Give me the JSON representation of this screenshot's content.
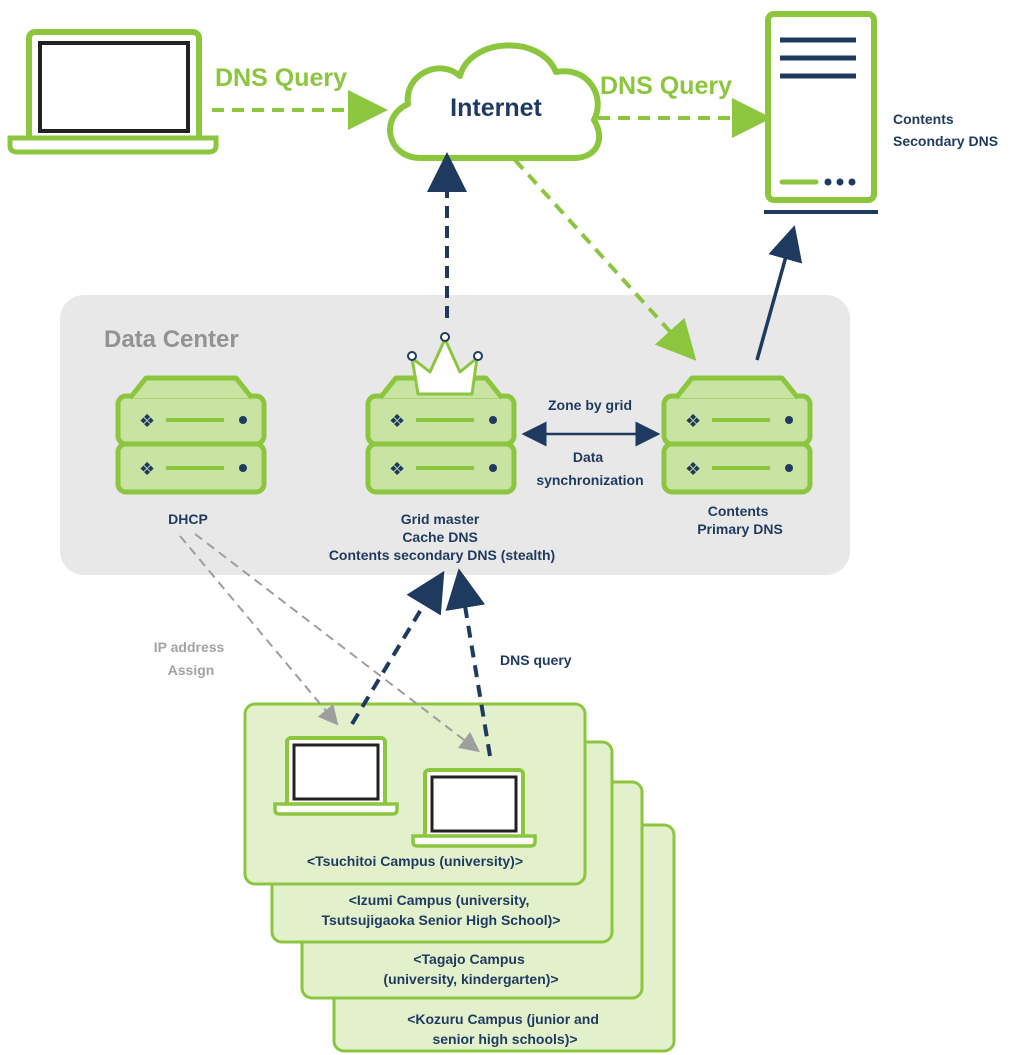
{
  "colors": {
    "green": "#8cc63f",
    "green_light": "#c9e3a3",
    "campus_fill": "#e2f0cc",
    "navy": "#1f3a5f",
    "gray": "#9e9e9e",
    "datacenter_bg": "#e8e8e8"
  },
  "labels": {
    "dns_query_left": "DNS Query",
    "dns_query_right": "DNS Query",
    "internet": "Internet",
    "contents_secondary_dns": [
      "Contents",
      "Secondary DNS"
    ],
    "data_center": "Data Center",
    "dhcp": "DHCP",
    "grid_master": [
      "Grid master",
      "Cache DNS",
      "Contents secondary DNS (stealth)"
    ],
    "zone_by_grid": "Zone by grid",
    "data_sync": [
      "Data",
      "synchronization"
    ],
    "contents_primary_dns": [
      "Contents",
      "Primary DNS"
    ],
    "ip_assign": [
      "IP address",
      "Assign"
    ],
    "dns_query_lower": "DNS query"
  },
  "campuses": [
    [
      "<Tsuchitoi Campus (university)>"
    ],
    [
      "<Izumi Campus (university,",
      "Tsutsujigaoka Senior High School)>"
    ],
    [
      "<Tagajo Campus",
      "(university, kindergarten)>"
    ],
    [
      "<Kozuru Campus (junior and",
      "senior high schools)>"
    ]
  ],
  "icons": [
    "laptop-icon",
    "cloud-icon",
    "server-tower-icon",
    "rack-server-icon",
    "crown-icon"
  ]
}
